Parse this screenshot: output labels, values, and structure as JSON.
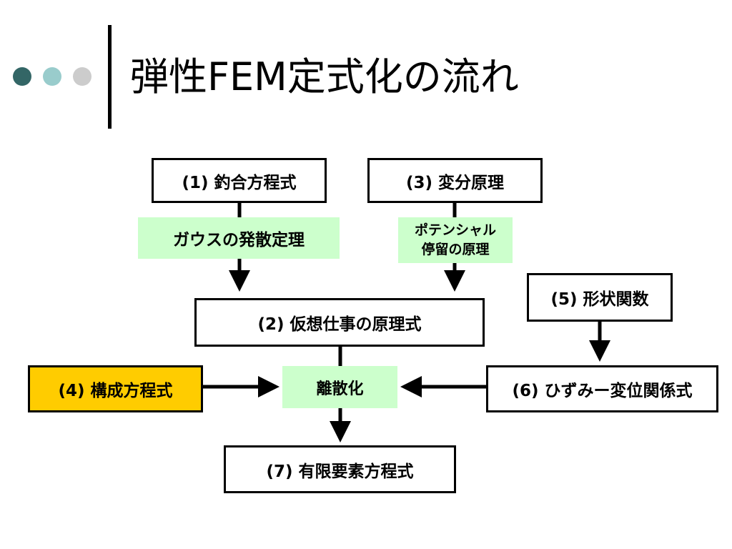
{
  "slide": {
    "title": "弾性FEM定式化の流れ",
    "accent_colors": [
      "#336666",
      "#99cccc",
      "#cccccc"
    ]
  },
  "diagram": {
    "box1": "(1) 釣合方程式",
    "box3": "(3) 変分原理",
    "box5": "(5) 形状関数",
    "box2": "(2) 仮想仕事の原理式",
    "box4": "(4) 構成方程式",
    "box6": "(6) ひずみー変位関係式",
    "box7": "(7) 有限要素方程式",
    "gauss": "ガウスの発散定理",
    "potential_line1": "ポテンシャル",
    "potential_line2": "停留の原理",
    "discretize": "離散化",
    "colors": {
      "green_fill": "#ccffcc",
      "highlight_fill": "#ffcc00",
      "line": "#000000"
    }
  }
}
